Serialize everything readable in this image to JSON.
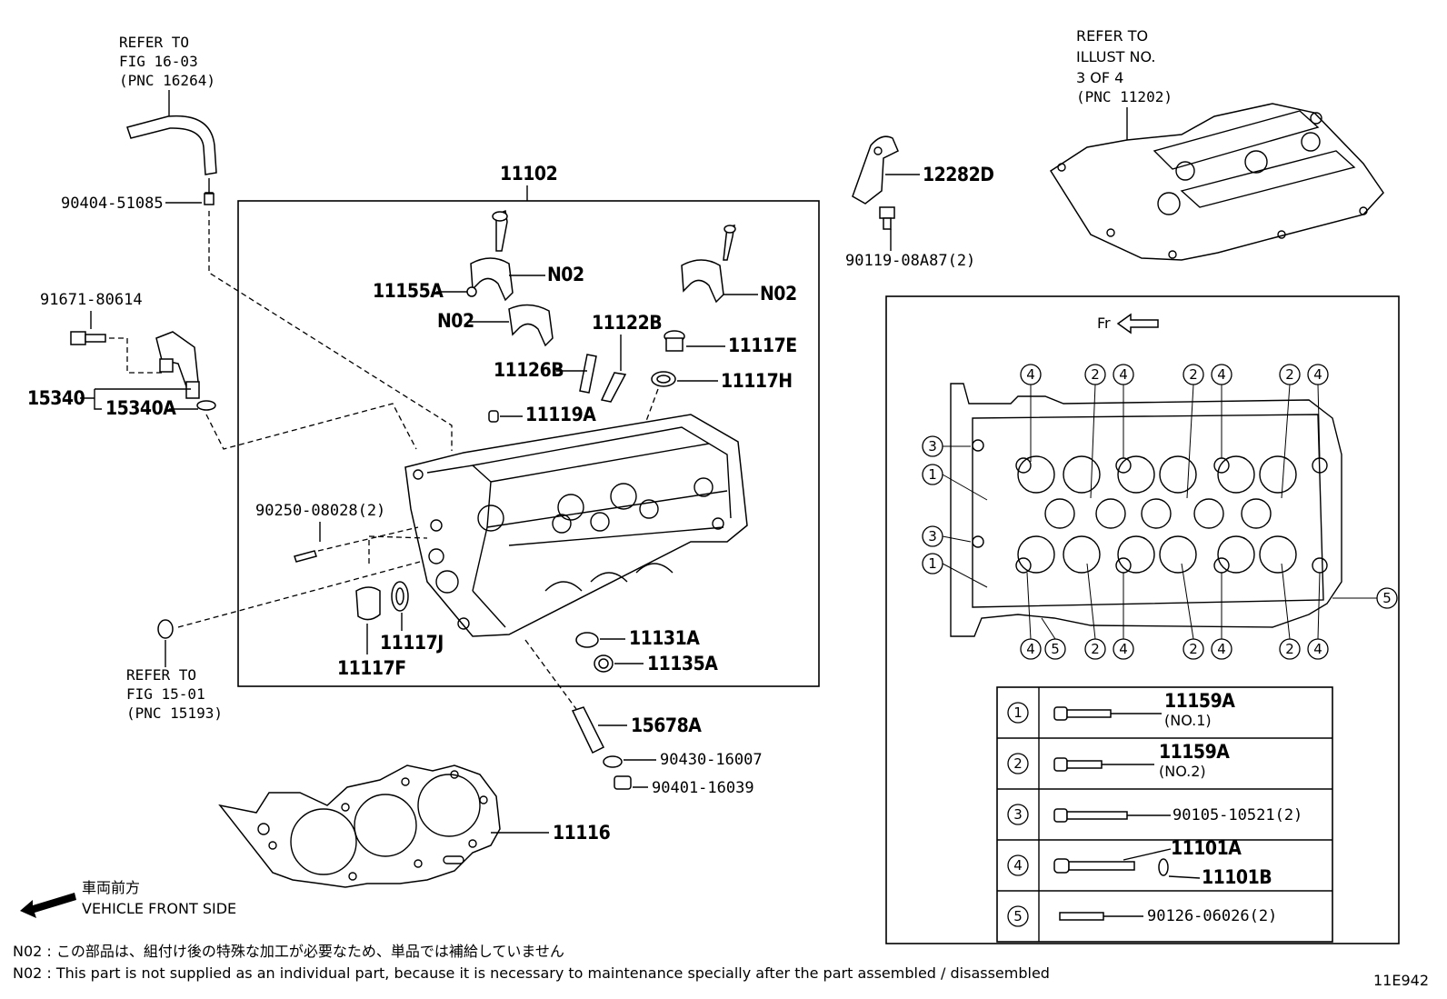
{
  "refs": {
    "top_left": [
      "REFER TO",
      "FIG 16-03",
      "(PNC 16264)"
    ],
    "top_right": [
      "REFER TO",
      "ILLUST NO.",
      "3 OF 4",
      "(PNC 11202)"
    ],
    "bottom_left": [
      "REFER TO",
      "FIG 15-01",
      "(PNC 15193)"
    ]
  },
  "parts": {
    "p11102": "11102",
    "p90404": "90404-51085",
    "p91671": "91671-80614",
    "p15340": "15340",
    "p15340A": "15340A",
    "p11155A": "11155A",
    "n02_a": "N02",
    "n02_b": "N02",
    "n02_c": "N02",
    "p11122B": "11122B",
    "p11126B": "11126B",
    "p11117E": "11117E",
    "p11117H": "11117H",
    "p11119A": "11119A",
    "p90250": "90250-08028(2)",
    "p11117J": "11117J",
    "p11117F": "11117F",
    "p11131A": "11131A",
    "p11135A": "11135A",
    "p15678A": "15678A",
    "p90430": "90430-16007",
    "p90401": "90401-16039",
    "p11116": "11116",
    "p12282D": "12282D",
    "p90119": "90119-08A87(2)"
  },
  "torque_diagram": {
    "front_label": "Fr",
    "edge_callouts": [
      "3",
      "1",
      "3",
      "1",
      "5"
    ],
    "top_callouts": [
      "4",
      "2",
      "4",
      "2",
      "4",
      "2",
      "4"
    ],
    "bottom_callouts": [
      "4",
      "5",
      "2",
      "4",
      "2",
      "4",
      "2",
      "4"
    ]
  },
  "legend": [
    {
      "num": "1",
      "part": "11159A",
      "sub": "(NO.1)"
    },
    {
      "num": "2",
      "part": "11159A",
      "sub": "(NO.2)"
    },
    {
      "num": "3",
      "part": "90105-10521(2)",
      "sub": ""
    },
    {
      "num": "4",
      "part": "11101A",
      "sub": "11101B"
    },
    {
      "num": "5",
      "part": "90126-06026(2)",
      "sub": ""
    }
  ],
  "vehicle_front": {
    "jp": "車両前方",
    "en": "VEHICLE FRONT SIDE"
  },
  "notes": {
    "jp": "N02 : この部品は、組付け後の特殊な加工が必要なため、単品では補給していません",
    "en": "N02 : This part is not supplied as an individual part, because it is necessary to maintenance specially after the part assembled / disassembled"
  },
  "figure_id": "11E942"
}
